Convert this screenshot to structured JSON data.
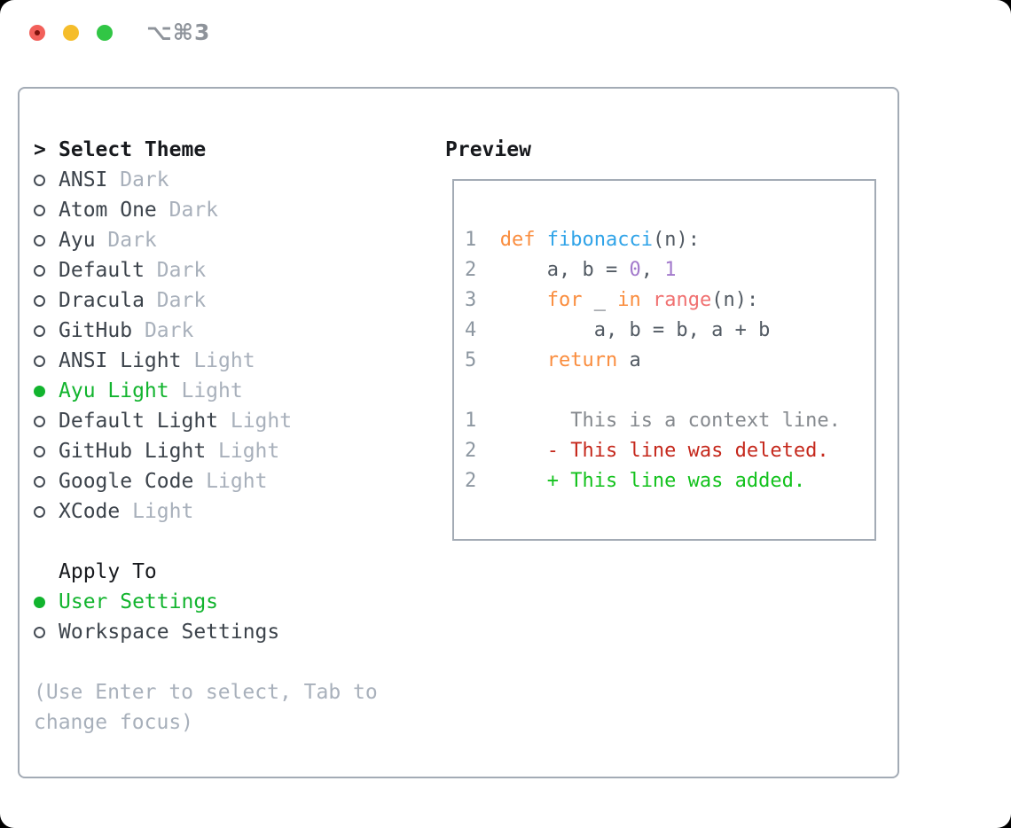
{
  "window": {
    "shortcut_label": "⌥⌘3"
  },
  "theme_picker": {
    "title_marker": ">",
    "title": "Select Theme",
    "items": [
      {
        "name": "ANSI",
        "variant": "Dark",
        "selected": false
      },
      {
        "name": "Atom One",
        "variant": "Dark",
        "selected": false
      },
      {
        "name": "Ayu",
        "variant": "Dark",
        "selected": false
      },
      {
        "name": "Default",
        "variant": "Dark",
        "selected": false
      },
      {
        "name": "Dracula",
        "variant": "Dark",
        "selected": false
      },
      {
        "name": "GitHub",
        "variant": "Dark",
        "selected": false
      },
      {
        "name": "ANSI Light",
        "variant": "Light",
        "selected": false
      },
      {
        "name": "Ayu Light",
        "variant": "Light",
        "selected": true
      },
      {
        "name": "Default Light",
        "variant": "Light",
        "selected": false
      },
      {
        "name": "GitHub Light",
        "variant": "Light",
        "selected": false
      },
      {
        "name": "Google Code",
        "variant": "Light",
        "selected": false
      },
      {
        "name": "XCode",
        "variant": "Light",
        "selected": false
      }
    ]
  },
  "apply_to": {
    "title": "Apply To",
    "options": [
      {
        "label": "User Settings",
        "selected": true
      },
      {
        "label": "Workspace Settings",
        "selected": false
      }
    ]
  },
  "footer_hint": [
    "(Use Enter to select, Tab to",
    "change focus)"
  ],
  "preview": {
    "title": "Preview",
    "code_lines": [
      {
        "number": "1",
        "tokens": [
          {
            "t": "def",
            "c": "kw"
          },
          {
            "t": " ",
            "c": "pl"
          },
          {
            "t": "fibonacci",
            "c": "fn"
          },
          {
            "t": "(n):",
            "c": "pl"
          }
        ]
      },
      {
        "number": "2",
        "tokens": [
          {
            "t": "    a, b = ",
            "c": "pl"
          },
          {
            "t": "0",
            "c": "num"
          },
          {
            "t": ", ",
            "c": "pl"
          },
          {
            "t": "1",
            "c": "num"
          }
        ]
      },
      {
        "number": "3",
        "tokens": [
          {
            "t": "    ",
            "c": "pl"
          },
          {
            "t": "for",
            "c": "kw"
          },
          {
            "t": " _ ",
            "c": "pl"
          },
          {
            "t": "in",
            "c": "kw"
          },
          {
            "t": " ",
            "c": "pl"
          },
          {
            "t": "range",
            "c": "call"
          },
          {
            "t": "(n):",
            "c": "pl"
          }
        ]
      },
      {
        "number": "4",
        "tokens": [
          {
            "t": "        a, b = b, a + b",
            "c": "pl"
          }
        ]
      },
      {
        "number": "5",
        "tokens": [
          {
            "t": "    ",
            "c": "pl"
          },
          {
            "t": "return",
            "c": "kw"
          },
          {
            "t": " a",
            "c": "pl"
          }
        ]
      },
      {
        "number": "",
        "tokens": []
      },
      {
        "number": "1",
        "tokens": [
          {
            "t": "      This is a context line.",
            "c": "ctx"
          }
        ]
      },
      {
        "number": "2",
        "tokens": [
          {
            "t": "    - This line was deleted.",
            "c": "del"
          }
        ]
      },
      {
        "number": "2",
        "tokens": [
          {
            "t": "    + This line was added.",
            "c": "add"
          }
        ]
      }
    ]
  },
  "colors": {
    "accent-green": "#12b42e",
    "border": "#a3abb5",
    "keyword-orange": "#fa8d3e",
    "function-blue": "#2fa3e8",
    "call-coral": "#f07171",
    "number-purple": "#a37acc",
    "diff-deleted-red": "#c5281c",
    "diff-added-green": "#13c21d",
    "traffic-red": "#f2605a",
    "traffic-yellow": "#f5bd2b",
    "traffic-green": "#31c645"
  }
}
